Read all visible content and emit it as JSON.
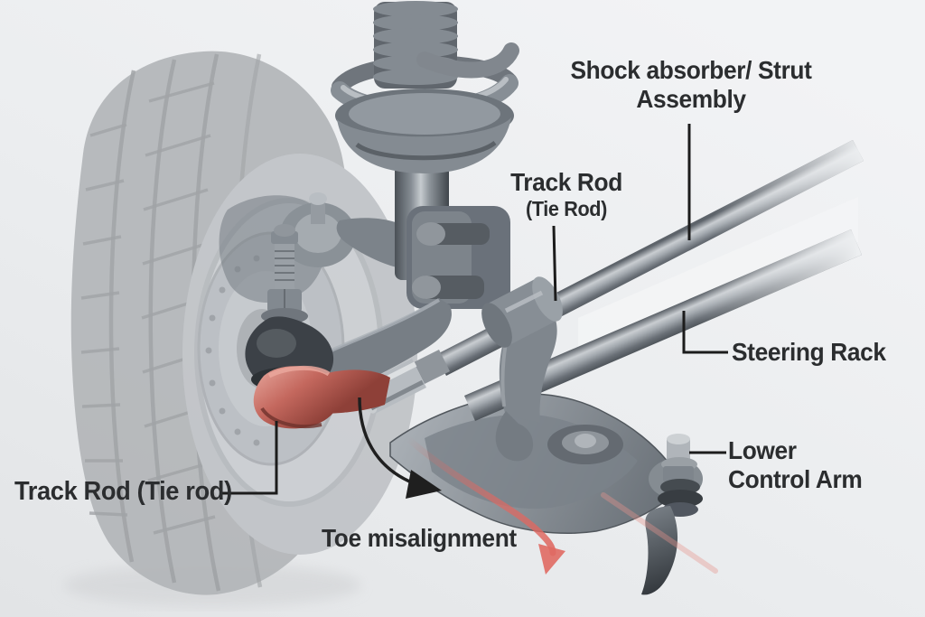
{
  "figure": {
    "subject": "Front suspension toe misalignment diagram",
    "background_color": "#edeff1",
    "label_color": "#2b2d2f",
    "leader_color": "#1c1c1c",
    "tie_rod_end_highlight_red": "#c4685e",
    "toe_arrow_red": "#e06a63",
    "metal_gray": "#8b9298"
  },
  "labels": {
    "shock_absorber": {
      "line1": "Shock absorber/ Strut",
      "line2": "Assembly"
    },
    "track_rod_upper": {
      "line1": "Track Rod",
      "line2": "(Tie Rod)"
    },
    "steering_rack": "Steering Rack",
    "lower_control_arm": {
      "line1": "Lower",
      "line2": "Control Arm"
    },
    "track_rod_lower": "Track Rod (Tie rod)",
    "toe_misalignment": "Toe misalignment"
  }
}
